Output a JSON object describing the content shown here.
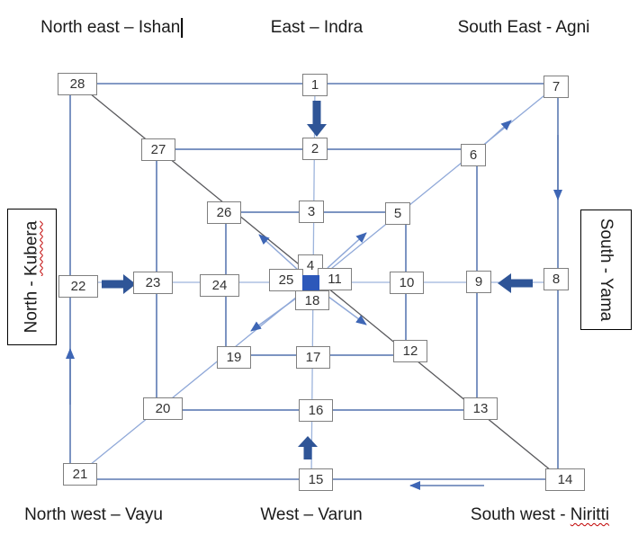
{
  "diagram": {
    "title_labels": {
      "north_east": "North east – Ishan",
      "east": "East – Indra",
      "south_east": "South East - Agni",
      "north_prefix": "North - ",
      "north_word": "Kubera",
      "south": "South - Yama",
      "north_west": "North west – Vayu",
      "west": "West – Varun",
      "south_west_prefix": "South west - ",
      "south_west_word": "Niritti"
    },
    "cells": [
      "1",
      "2",
      "3",
      "4",
      "5",
      "6",
      "7",
      "8",
      "9",
      "10",
      "11",
      "12",
      "13",
      "14",
      "15",
      "16",
      "17",
      "18",
      "19",
      "20",
      "21",
      "22",
      "23",
      "24",
      "25",
      "26",
      "27",
      "28"
    ]
  },
  "colors": {
    "steel_line": "#5B79B2",
    "light_line": "#9DB4DC",
    "dark_diagonal": "#58585C",
    "light_diagonal": "#8FA8D8",
    "thick_arrow": "#2F5597",
    "thin_arrow_head": "#3E66B5",
    "center_square": "#2D58BA",
    "box_border": "#7F7F7F",
    "number_text": "#333333",
    "side_box_border": "#000000",
    "squiggle": "#C00000",
    "label_text": "#1A1A1A"
  }
}
